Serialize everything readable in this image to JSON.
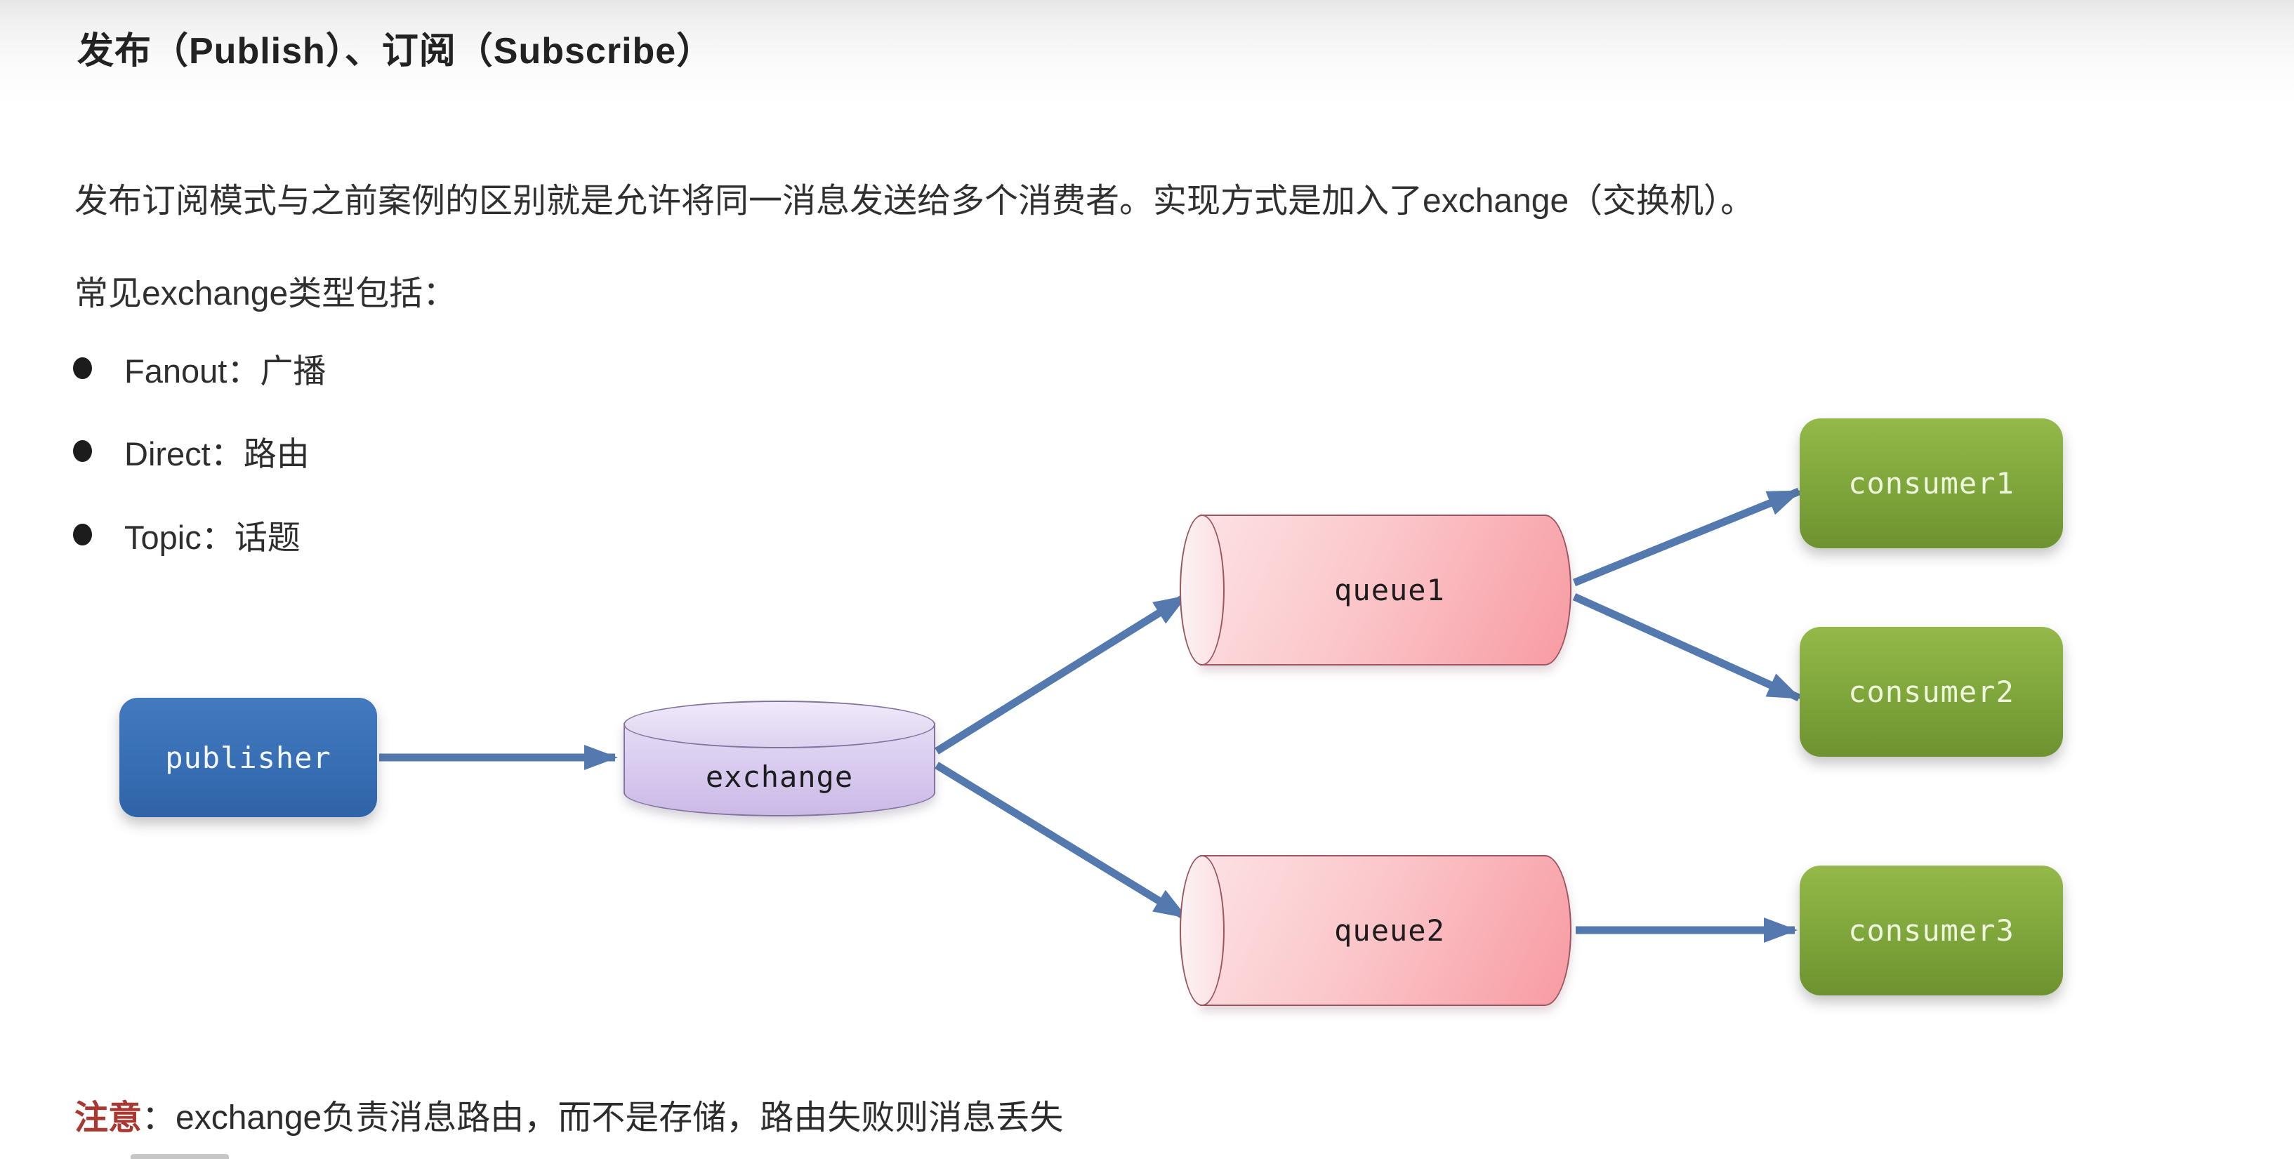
{
  "page": {
    "title": "发布（Publish）、订阅（Subscribe）",
    "intro": "发布订阅模式与之前案例的区别就是允许将同一消息发送给多个消费者。实现方式是加入了exchange（交换机）。",
    "exchange_types_heading": "常见exchange类型包括：",
    "bullets": [
      {
        "label": "Fanout：广播"
      },
      {
        "label": "Direct：路由"
      },
      {
        "label": "Topic：话题"
      }
    ],
    "note": {
      "label": "注意",
      "separator": "：",
      "text": "exchange负责消息路由，而不是存储，路由失败则消息丢失"
    }
  },
  "diagram": {
    "nodes": {
      "publisher": "publisher",
      "exchange": "exchange",
      "queue1": "queue1",
      "queue2": "queue2",
      "consumer1": "consumer1",
      "consumer2": "consumer2",
      "consumer3": "consumer3"
    },
    "colors": {
      "publisher_fill": "#3A71B6",
      "exchange_fill": "#D7C9EE",
      "exchange_border": "#83749F",
      "queue_fill": "#FBC6CA",
      "queue_border": "#9C5560",
      "consumer_fill": "#80A73C",
      "arrow": "#5379AE",
      "note_label_red": "#A93830",
      "bullet_dot": "#1C1C1C"
    }
  }
}
